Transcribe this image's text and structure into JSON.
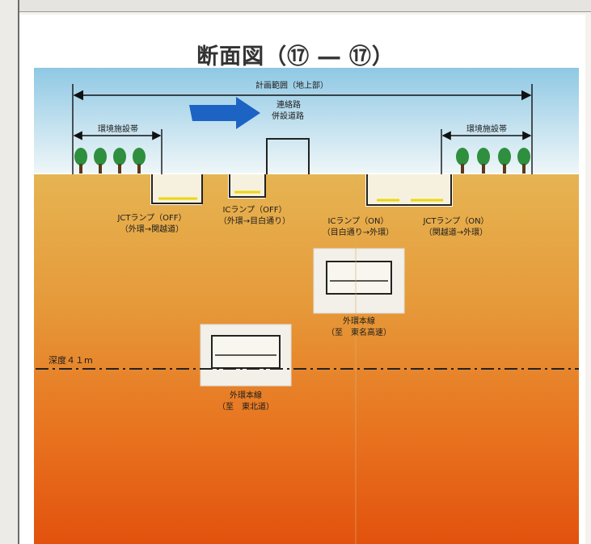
{
  "title": "断面図（⑰ ― ⑰）",
  "range_label": "計画範囲（地上部）",
  "connector_road": [
    "連絡路",
    "併設道路"
  ],
  "env_left": "環境施設帯",
  "env_right": "環境施設帯",
  "ramps": [
    {
      "line1": "JCTランプ（OFF）",
      "line2": "（外環→関越道）"
    },
    {
      "line1": "ICランプ（OFF）",
      "line2": "（外環→目白通り）"
    },
    {
      "line1": "ICランプ（ON）",
      "line2": "（目白通り→外環）"
    },
    {
      "line1": "JCTランプ（ON）",
      "line2": "（関越道→外環）"
    }
  ],
  "tunnel_upper": {
    "line1": "外環本線",
    "line2": "（至　東名高速）"
  },
  "tunnel_lower": {
    "line1": "外環本線",
    "line2": "（至　東北道）"
  },
  "depth_label": "深度４１m",
  "colors": {
    "sky": "#a9d6ea",
    "soil_top": "#e3ab45",
    "soil_bottom": "#e55a12",
    "arrow": "#1d63c4",
    "tree": "#2e8f3e",
    "lane_line": "#ecd70c"
  }
}
